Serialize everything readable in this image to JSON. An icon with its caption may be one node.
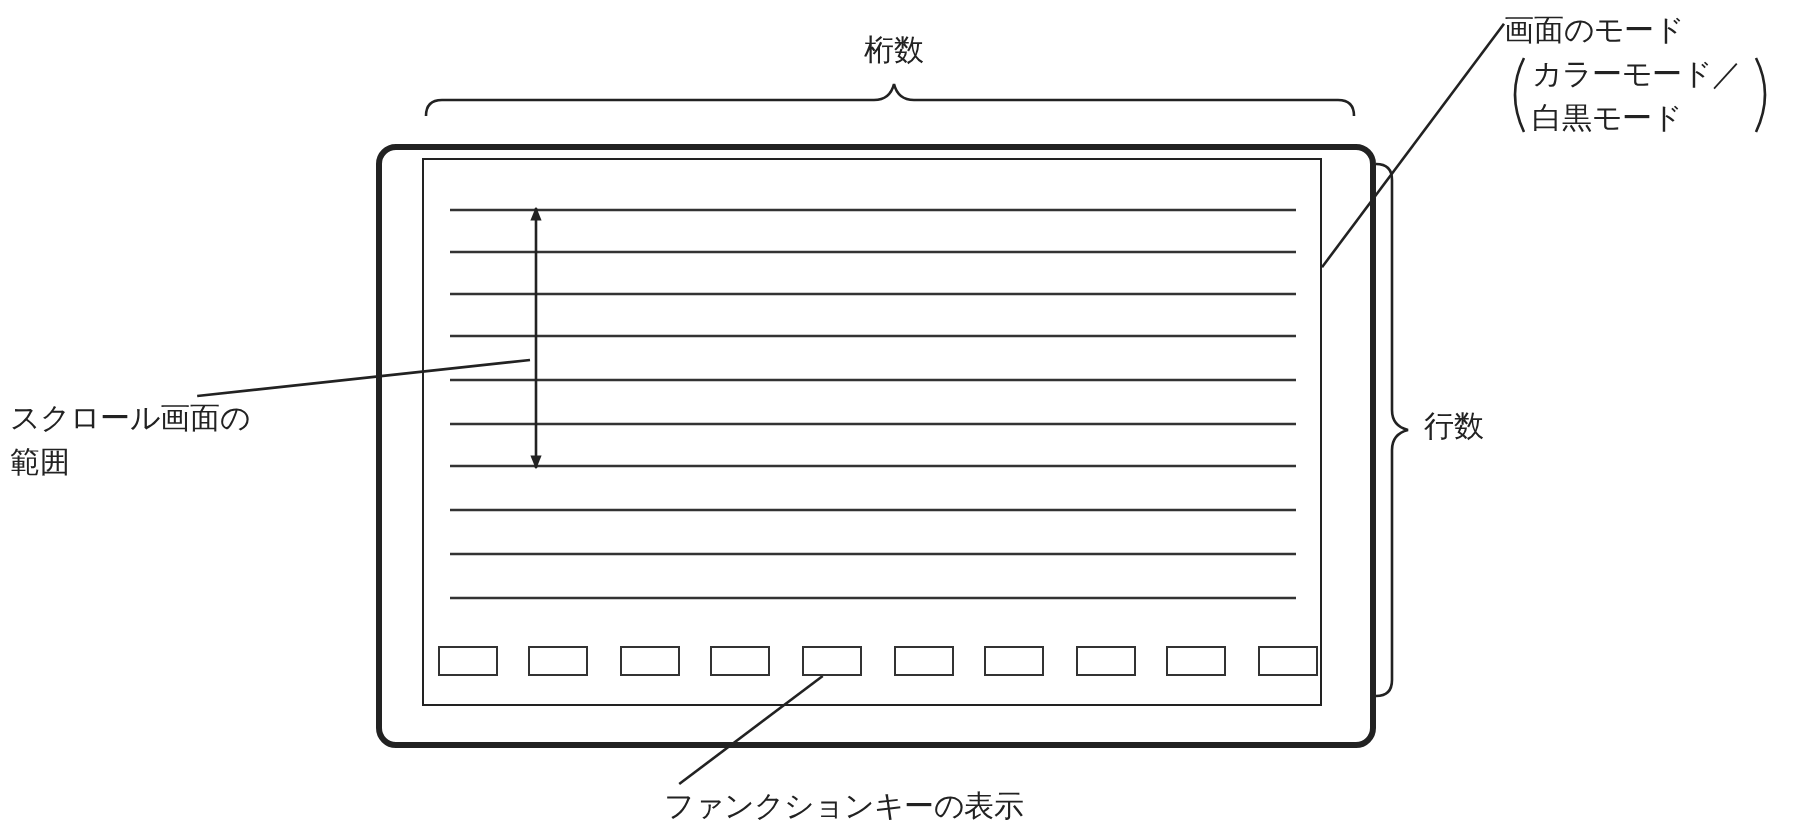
{
  "diagram": {
    "nodes": [
      {
        "text": [],
        "shape": "box"
      },
      {
        "text": [],
        "shape": "box",
        "in": 0
      },
      {
        "text": [],
        "shape": "box",
        "in": 1
      },
      {
        "text": [],
        "shape": "box",
        "in": 1
      },
      {
        "text": [],
        "shape": "box",
        "in": 1
      },
      {
        "text": [],
        "shape": "box",
        "in": 1
      },
      {
        "text": [],
        "shape": "box",
        "in": 1
      },
      {
        "text": [],
        "shape": "box",
        "in": 1
      },
      {
        "text": [],
        "shape": "box",
        "in": 1
      },
      {
        "text": [],
        "shape": "box",
        "in": 1
      },
      {
        "text": [],
        "shape": "box",
        "in": 1
      },
      {
        "text": [],
        "shape": "box",
        "in": 1
      },
      {
        "text": [
          "スクロール画面の範囲"
        ]
      },
      {
        "text": [
          "画面のモード",
          "カラーモード／白黒モード"
        ]
      },
      {
        "text": [
          "ファンクションキーの表示"
        ]
      }
    ],
    "edges": [
      {
        "from": 12,
        "to": null,
        "arrow": "none"
      },
      {
        "from": 13,
        "to": 1,
        "arrow": "none"
      },
      {
        "from": 14,
        "to": 6,
        "arrow": "none"
      }
    ],
    "labels": [
      "桁数",
      "行数"
    ]
  }
}
